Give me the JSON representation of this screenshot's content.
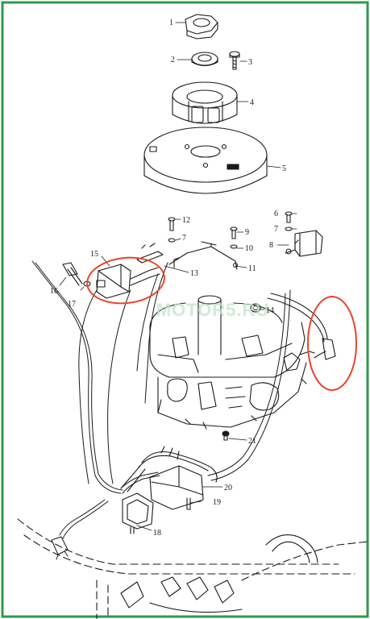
{
  "diagram": {
    "watermark": "MOTOR5.RU",
    "highlight_color": "#e8452c",
    "frame_color": "#2e9a4a",
    "line_color": "#1a1a1a",
    "parts": [
      {
        "number": "1"
      },
      {
        "number": "2"
      },
      {
        "number": "3"
      },
      {
        "number": "4"
      },
      {
        "number": "5"
      },
      {
        "number": "6"
      },
      {
        "number": "7"
      },
      {
        "number": "8"
      },
      {
        "number": "9"
      },
      {
        "number": "10"
      },
      {
        "number": "11"
      },
      {
        "number": "12"
      },
      {
        "number": "7"
      },
      {
        "number": "13"
      },
      {
        "number": "14"
      },
      {
        "number": "15"
      },
      {
        "number": "16"
      },
      {
        "number": "17"
      },
      {
        "number": "18"
      },
      {
        "number": "19"
      },
      {
        "number": "20"
      },
      {
        "number": "21"
      }
    ]
  }
}
